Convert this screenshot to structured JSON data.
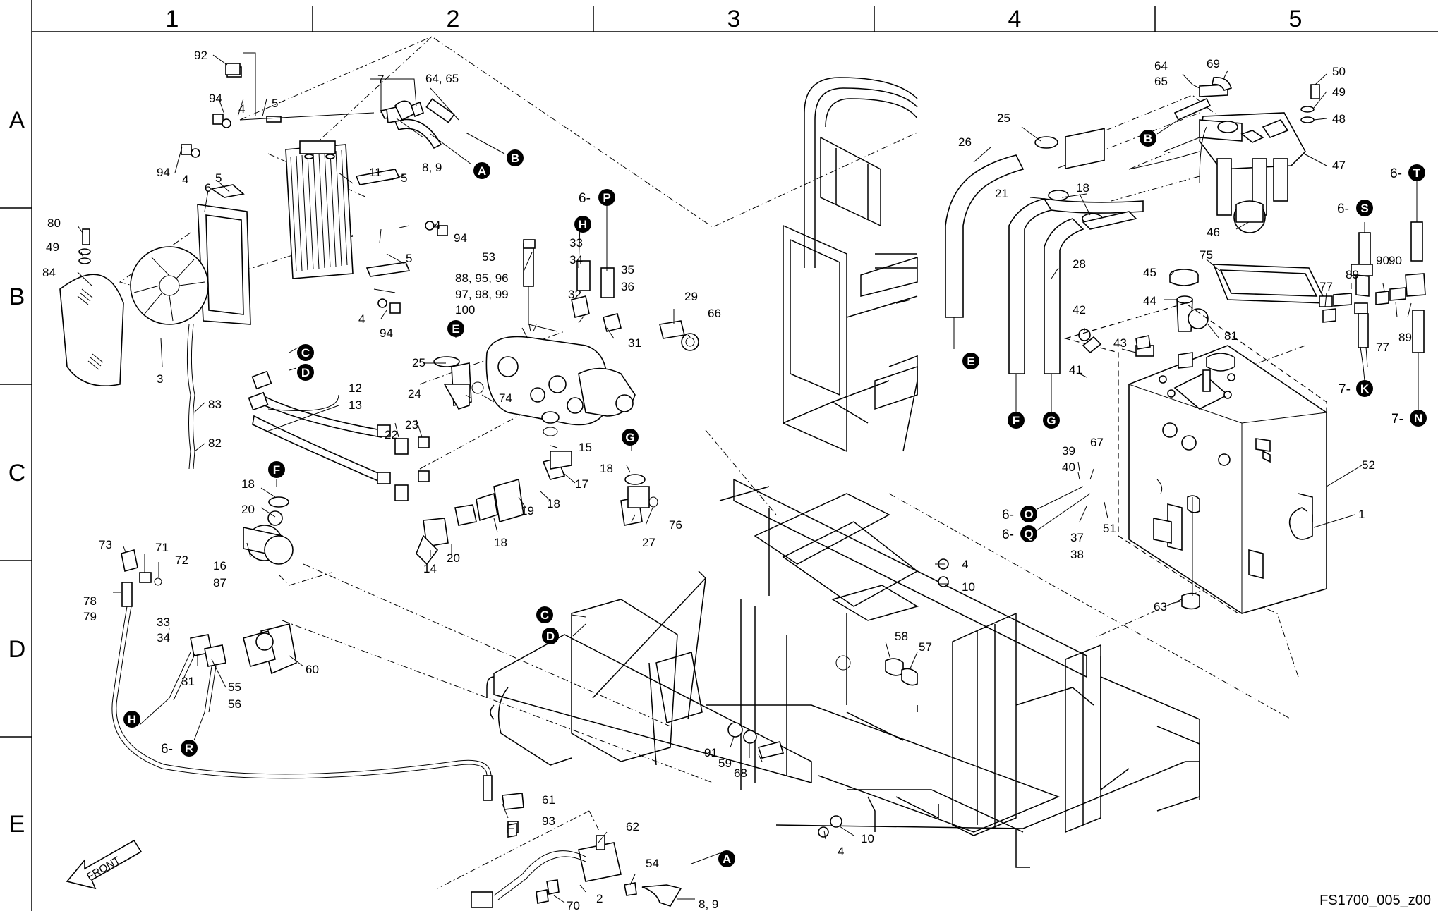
{
  "grid": {
    "columns": [
      "1",
      "2",
      "3",
      "4",
      "5"
    ],
    "rows": [
      "A",
      "B",
      "C",
      "D",
      "E"
    ]
  },
  "footer": {
    "drawing_code": "FS1700_005_z00"
  },
  "front_arrow": {
    "label": "FRONT"
  },
  "callouts": {
    "c92": "92",
    "c94a": "94",
    "c4a": "4",
    "c5a": "5",
    "c94b": "94",
    "c4b": "4",
    "c5b": "5",
    "c6": "6",
    "c7": "7",
    "c8_9a": "8, 9",
    "c64_65a": "64, 65",
    "c11": "11",
    "c5c": "5",
    "c5d": "5",
    "c4c": "4",
    "c94c": "94",
    "c4d": "4",
    "c94d": "94",
    "c80": "80",
    "c49a": "49",
    "c84": "84",
    "c3": "3",
    "c83": "83",
    "c82": "82",
    "c12": "12",
    "c13": "13",
    "c22": "22",
    "c23": "23",
    "c33a": "33",
    "c34a": "34",
    "c35": "35",
    "c36": "36",
    "c53": "53",
    "c88": "88, 95, 96",
    "c97": "97, 98, 99",
    "c100": "100",
    "c32": "32",
    "c31a": "31",
    "c29": "29",
    "c66": "66",
    "c25a": "25",
    "c24": "24",
    "c74": "74",
    "c15": "15",
    "c17": "17",
    "c18a": "18",
    "c19": "19",
    "c18b": "18",
    "c18c": "18",
    "c76": "76",
    "c27": "27",
    "c18d": "18",
    "c20a": "20",
    "c16": "16",
    "c87": "87",
    "c14": "14",
    "c20b": "20",
    "c73": "73",
    "c71": "71",
    "c72": "72",
    "c78": "78",
    "c79": "79",
    "c33b": "33",
    "c34b": "34",
    "c31b": "31",
    "c55": "55",
    "c56": "56",
    "c60": "60",
    "c91": "91",
    "c59": "59",
    "c68": "68",
    "c58": "58",
    "c57": "57",
    "c4e": "4",
    "c10a": "10",
    "c4f": "4",
    "c10b": "10",
    "c61": "61",
    "c93": "93",
    "c62": "62",
    "c54": "54",
    "c70": "70",
    "c2": "2",
    "c8_9b": "8, 9",
    "c64r": "64",
    "c65r": "65",
    "c69": "69",
    "c50": "50",
    "c49b": "49",
    "c48": "48",
    "c47": "47",
    "c25b": "25",
    "c26": "26",
    "c21": "21",
    "c18e": "18",
    "c28": "28",
    "c46": "46",
    "c75": "75",
    "c45": "45",
    "c44": "44",
    "c81": "81",
    "c42": "42",
    "c43": "43",
    "c41": "41",
    "c89a": "89",
    "c90a": "90",
    "c77a": "77",
    "c90b": "90",
    "c77b": "77",
    "c89b": "89",
    "c39": "39",
    "c40": "40",
    "c67": "67",
    "c37": "37",
    "c38": "38",
    "c51": "51",
    "c52": "52",
    "c1": "1",
    "c63": "63"
  },
  "refs": {
    "A1": "A",
    "B1": "B",
    "A2": "A",
    "B2": "B",
    "C1": "C",
    "D1": "D",
    "C2": "C",
    "D2": "D",
    "E1": "E",
    "E2": "E",
    "F1": "F",
    "F2": "F",
    "G1": "G",
    "G2": "G",
    "H1": "H",
    "H2": "H",
    "P": "P",
    "R": "R",
    "S": "S",
    "T": "T",
    "K": "K",
    "N": "N",
    "O": "O",
    "Q": "Q"
  },
  "ref_prefixes": {
    "P": "6-",
    "R": "6-",
    "S": "6-",
    "T": "6-",
    "K": "7-",
    "N": "7-",
    "O": "6-",
    "Q": "6-"
  }
}
